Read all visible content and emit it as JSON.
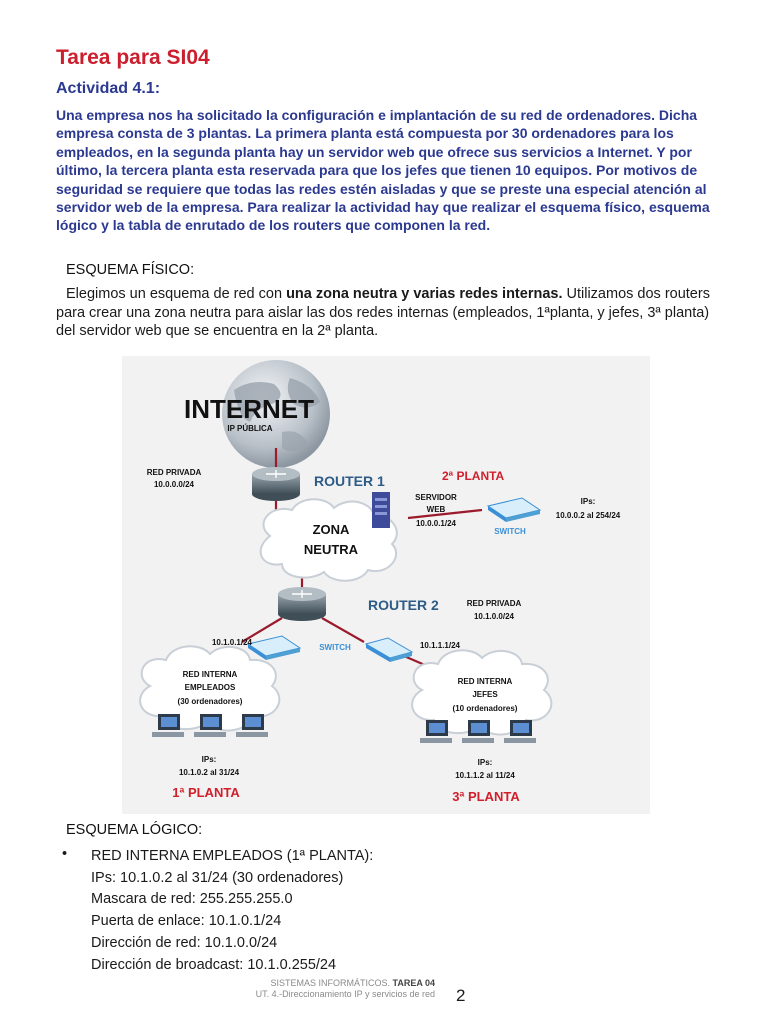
{
  "document": {
    "title": "Tarea para SI04",
    "subtitle": "Actividad 4.1:",
    "intro": "Una empresa nos ha solicitado la configuración e implantación de su red de ordenadores. Dicha empresa consta de 3 plantas. La primera planta está compuesta por 30 ordenadores para los empleados, en la segunda planta hay un servidor web que ofrece sus servicios a Internet. Y por último, la tercera planta esta reservada para que los jefes que tienen 10 equipos. Por motivos de seguridad se requiere que todas las redes estén aisladas y que se preste una especial atención al servidor web de la empresa. Para realizar la actividad hay que realizar el esquema físico, esquema lógico y la tabla de enrutado de los routers que componen la red.",
    "physical_heading": "ESQUEMA FÍSICO:",
    "physical_text_pre": "Elegimos un esquema de red con ",
    "physical_text_bold": "una zona neutra y varias redes internas.",
    "physical_text_post": " Utilizamos dos routers para crear una zona neutra para aislar las dos redes internas (empleados, 1ªplanta, y jefes, 3ª planta) del servidor web que se encuentra en la 2ª planta.",
    "logical_heading": "ESQUEMA LÓGICO:",
    "logical_list": {
      "bullet": "•",
      "title": "RED INTERNA EMPLEADOS (1ª PLANTA):",
      "ips": "IPs: 10.1.0.2 al 31/24 (30 ordenadores)",
      "mask": "Mascara de red: 255.255.255.0",
      "gateway": "Puerta de enlace: 10.1.0.1/24",
      "network": "Dirección de red: 10.1.0.0/24",
      "broadcast": "Dirección de broadcast: 10.1.0.255/24"
    }
  },
  "diagram": {
    "internet": "INTERNET",
    "public_ip": "IP PÚBLICA",
    "private_net_1": {
      "label": "RED PRIVADA",
      "value": "10.0.0.0/24"
    },
    "router_1": "ROUTER 1",
    "floor_2": "2ª PLANTA",
    "web_server": {
      "line1": "SERVIDOR",
      "line2": "WEB",
      "ip": "10.0.0.1/24"
    },
    "switch_label": "SWITCH",
    "server_ips": {
      "label": "IPs:",
      "value": "10.0.0.2 al 254/24"
    },
    "neutral_zone": {
      "line1": "ZONA",
      "line2": "NEUTRA"
    },
    "router_2": "ROUTER 2",
    "private_net_2": {
      "label": "RED PRIVADA",
      "value": "10.1.0.0/24"
    },
    "left_switch_ip": "10.1.0.1/24",
    "right_switch_ip": "10.1.1.1/24",
    "employees": {
      "line1": "RED INTERNA",
      "line2": "EMPLEADOS",
      "line3": "(30 ordenadores)"
    },
    "bosses": {
      "line1": "RED INTERNA",
      "line2": "JEFES",
      "line3": "(10 ordenadores)"
    },
    "employees_ips": {
      "label": "IPs:",
      "value": "10.1.0.2 al 31/24"
    },
    "bosses_ips": {
      "label": "IPs:",
      "value": "10.1.1.2 al 11/24"
    },
    "floor_1": "1ª PLANTA",
    "floor_3": "3ª PLANTA"
  },
  "footer": {
    "course": "SISTEMAS INFORMÁTICOS.",
    "task": "TAREA 04",
    "unit": "UT. 4.-Direccionamiento IP y servicios de red",
    "page": "2"
  },
  "colors": {
    "title_red": "#cc1f2e",
    "heading_blue": "#2b3990",
    "router_blue": "#2e5c86",
    "switch_blue": "#3a8fd6",
    "link_red": "#9b1b2c"
  }
}
